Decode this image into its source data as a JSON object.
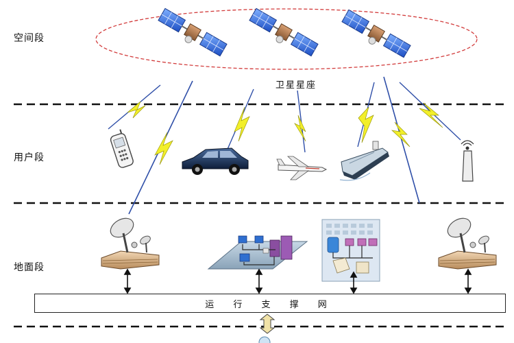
{
  "segments": {
    "space": "空间段",
    "user": "用户段",
    "ground": "地面段"
  },
  "constellation_label": "卫星星座",
  "support_network_label": "运 行 支 撑 网",
  "icons": {
    "satellites": [
      "satellite-icon",
      "satellite-icon",
      "satellite-icon"
    ],
    "users": [
      "mobile-phone-icon",
      "car-icon",
      "airplane-icon",
      "ship-icon",
      "antenna-terminal-icon"
    ],
    "ground": [
      "ground-station-icon",
      "computer-network-icon",
      "control-center-icon",
      "ground-station-icon"
    ]
  },
  "colors": {
    "orbit_ellipse": "#d23b3b",
    "link_line": "#2f4fa8",
    "lightning": "#f2ef2a",
    "solar_panel": "#3b6fd8"
  }
}
